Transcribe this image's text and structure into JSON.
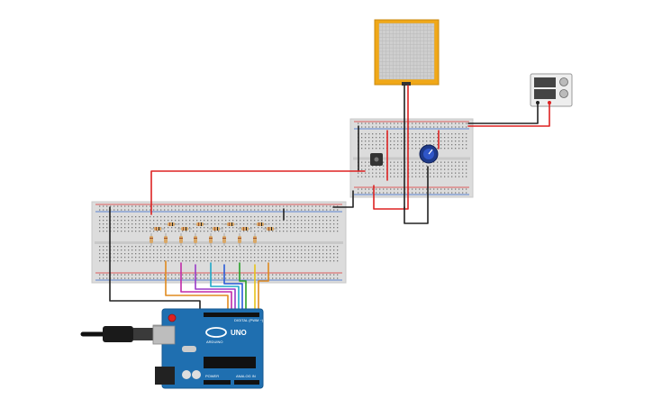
{
  "arduino": {
    "brand": "ARDUINO",
    "model": "UNO",
    "header_digital": "DIGITAL (PWM ~)",
    "header_power": "POWER",
    "header_analog": "ANALOG IN"
  },
  "colors": {
    "wire_red": "#dd2222",
    "wire_black": "#222222",
    "wire_orange": "#e08a1e",
    "wire_yellow": "#e6c21a",
    "wire_green": "#2aa02a",
    "wire_cyan": "#1fa8c8",
    "wire_blue": "#2a5ad8",
    "wire_purple": "#9a3ac8",
    "wire_magenta": "#c02aa8",
    "arduino_board": "#1f6fb0",
    "display_frame": "#f0a818",
    "breadboard": "#dcdcdc"
  },
  "icons": [
    "usb-cable-icon",
    "power-supply-icon",
    "potentiometer-icon",
    "sensor-icon",
    "resistor-icon",
    "display-matrix-icon"
  ]
}
